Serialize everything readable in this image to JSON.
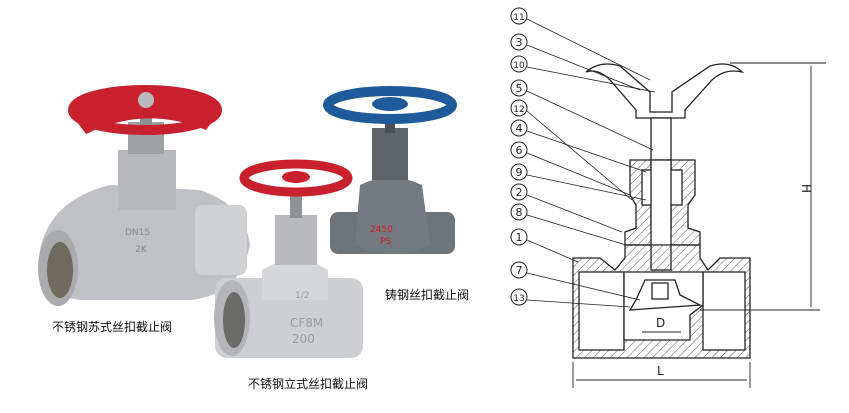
{
  "captions": {
    "stainless_suzhou": "不锈钢苏式丝扣截止阀",
    "cast_steel": "铸钢丝扣截止阀",
    "stainless_vertical": "不锈钢立式丝扣截止阀"
  },
  "body_markings": {
    "left_valve": [
      "DN15",
      "2K"
    ],
    "middle_valve": [
      "1/2",
      "CF8M",
      "200"
    ],
    "right_valve": [
      "2450",
      "PS"
    ]
  },
  "diagram": {
    "part_numbers": [
      "11",
      "3",
      "10",
      "5",
      "12",
      "4",
      "6",
      "9",
      "2",
      "8",
      "1",
      "7",
      "13"
    ],
    "dimension_labels": {
      "height": "H",
      "length": "L",
      "diameter": "D"
    }
  },
  "colors": {
    "red_handwheel": "#c8202c",
    "blue_handwheel": "#1f5a9a",
    "stainless": "#c9cacc",
    "cast_steel": "#6f7479"
  }
}
